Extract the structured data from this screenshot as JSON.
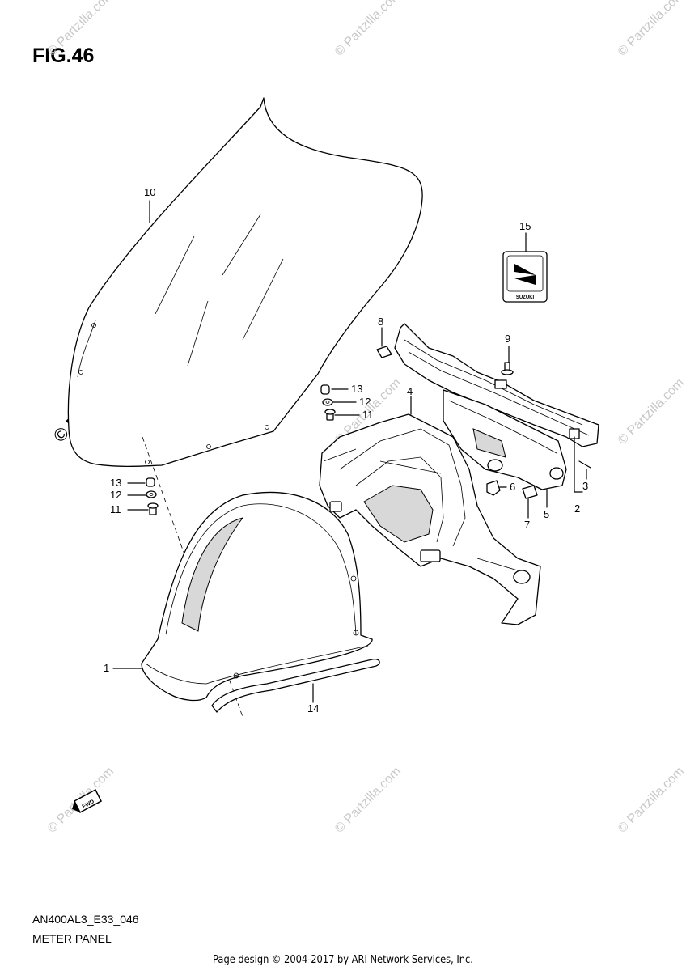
{
  "figure_title": "FIG.46",
  "diagram_code": "AN400AL3_E33_046",
  "diagram_name": "METER PANEL",
  "footer": "Page design © 2004-2017 by ARI Network Services, Inc.",
  "watermark": "© Partzilla.com",
  "fwd_label": "FWD",
  "logo_text": "SUZUKI",
  "callouts": {
    "c1": "1",
    "c2": "2",
    "c3": "3",
    "c4": "4",
    "c5": "5",
    "c6": "6",
    "c7": "7",
    "c8": "8",
    "c9": "9",
    "c10": "10",
    "c11a": "11",
    "c11b": "11",
    "c12a": "12",
    "c12b": "12",
    "c13a": "13",
    "c13b": "13",
    "c14": "14",
    "c15": "15"
  }
}
